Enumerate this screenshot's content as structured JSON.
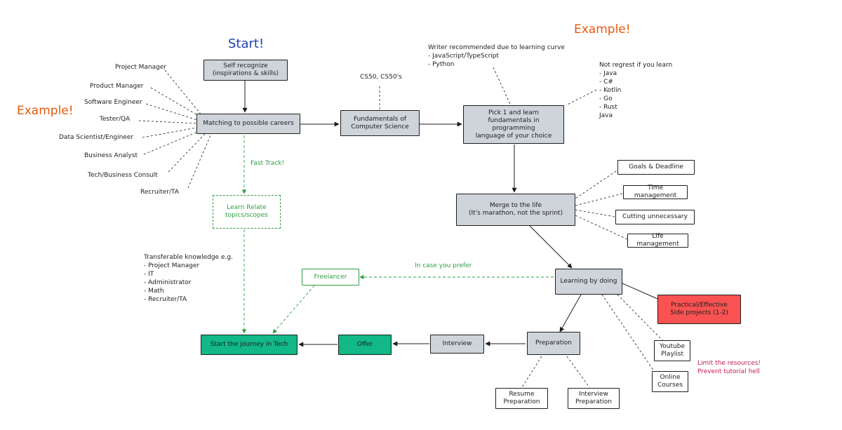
{
  "headings": {
    "start": "Start!",
    "example_left": "Example!",
    "example_right": "Example!",
    "limit": "Limit the resources!\nPrevent tutorial hell"
  },
  "nodes": {
    "self_recognize": "Self recognize\n(inspirations & skills)",
    "matching": "Matching to possible careers",
    "fundamentals": "Fundamentals of\nComputer Science",
    "pick_one": "Pick 1 and learn\nfundamentals in programming\nlanguage of your choice",
    "merge": "Merge to the life\n(It's marathon, not the sprint)",
    "learning_by_doing": "Learning by doing",
    "learn_relate": "Learn Relate\ntopics/scopes",
    "freelancer": "Freelancer",
    "start_journey": "Start the journey in Tech",
    "offer": "Offer",
    "interview": "Interview",
    "preparation": "Preparation",
    "resume_prep": "Resume\nPreparation",
    "interview_prep": "Interview\nPreparation",
    "side_projects": "Practical/Effective\nSide projects (1-2)",
    "youtube": "Youtube\nPlaylist",
    "online_courses": "Online\nCourses",
    "goals": "Goals & Deadline",
    "time_mgmt": "Time management",
    "cutting": "Cutting unnecessary",
    "life_mgmt": "Life management"
  },
  "careers": [
    "Project Manager",
    "Product Manager",
    "Software Engineer",
    "Tester/QA",
    "Data Scientist/Engineer",
    "Business Analyst",
    "Tech/Business Consult",
    "Recruiter/TA"
  ],
  "annotations": {
    "cs50": "CS50, CS50's",
    "fast_track": "Fast Track!",
    "in_case": "In case you prefer",
    "writer_recommended": "Writer recommended due to learning curve\n- JavaScript/TypeScript\n- Python",
    "not_regret": "Not regrest if you learn\n- Java\n- C#\n- Kotlin\n- Go\n- Rust\nJava",
    "transferable": "Transferable knowledge e.g.\n- Project Manager\n- IT\n- Administrator\n- Math\n- Recruiter/TA"
  },
  "colors": {
    "gray_box": "#ced4da",
    "teal_box": "#12b886",
    "red_box": "#fa5252",
    "orange_text": "#e8590c",
    "blue_text": "#1c3fb3",
    "green_text": "#2f9e44",
    "pink_text": "#c2185b"
  }
}
